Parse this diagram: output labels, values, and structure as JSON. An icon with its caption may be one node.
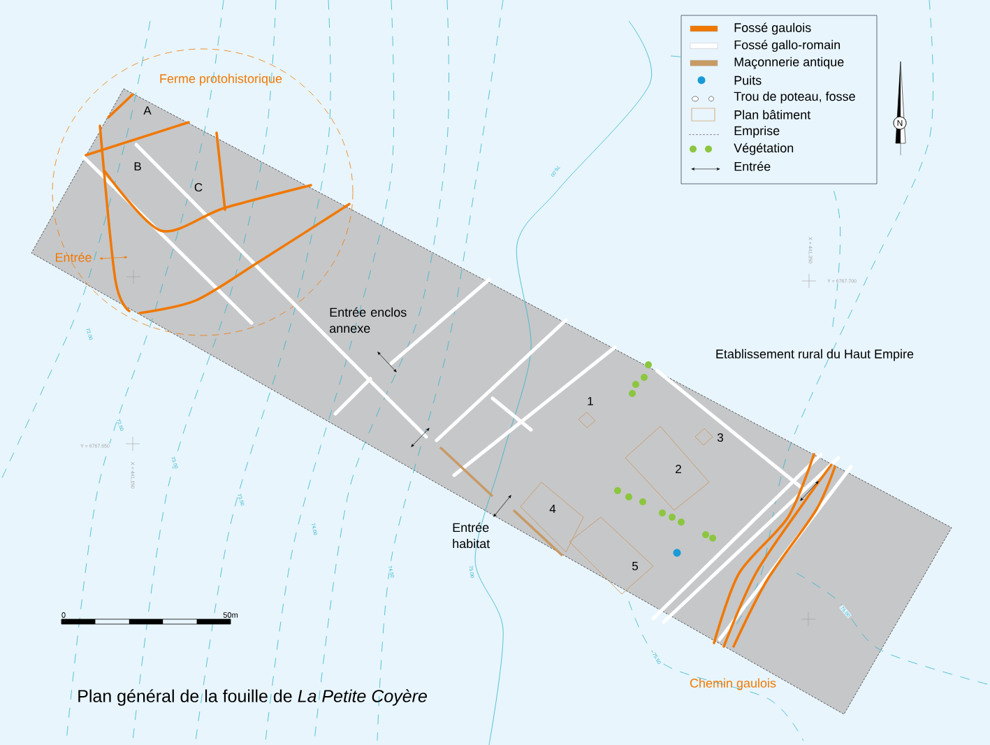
{
  "diagram": {
    "title": "Plan général de la fouille de *La Petite Coyère*",
    "labels": [
      "Ferme protohistorique",
      "A",
      "B",
      "C",
      "Entrée",
      "Entrée enclos annexe",
      "1",
      "2",
      "3",
      "4",
      "5",
      "Entrée habitat",
      "Etablissement rural du Haut Empire",
      "Chemin gaulois",
      "0",
      "50m",
      "N",
      "72.00",
      "72.50",
      "73.00",
      "73.50",
      "74.00",
      "74.50",
      "75.00",
      "75.50",
      "76.00",
      "76.00",
      "Y = 6767.650",
      "X = 441.150",
      "X = 441.350",
      "Y = 6767.700"
    ],
    "legend": [
      {
        "text": "Fossé gaulois",
        "color": "#f07800"
      },
      {
        "text": "Fossé gallo-romain",
        "color": "#ffffff"
      },
      {
        "text": "Maçonnerie antique",
        "color": "#c89a64"
      },
      {
        "text": "Puits",
        "color": "#1a9ad6"
      },
      {
        "text": "Trou de poteau, fosse"
      },
      {
        "text": "Plan bâtiment"
      },
      {
        "text": "Emprise"
      },
      {
        "text": "Végétation",
        "color": "#8cc63f"
      },
      {
        "text": "Entrée"
      }
    ]
  }
}
